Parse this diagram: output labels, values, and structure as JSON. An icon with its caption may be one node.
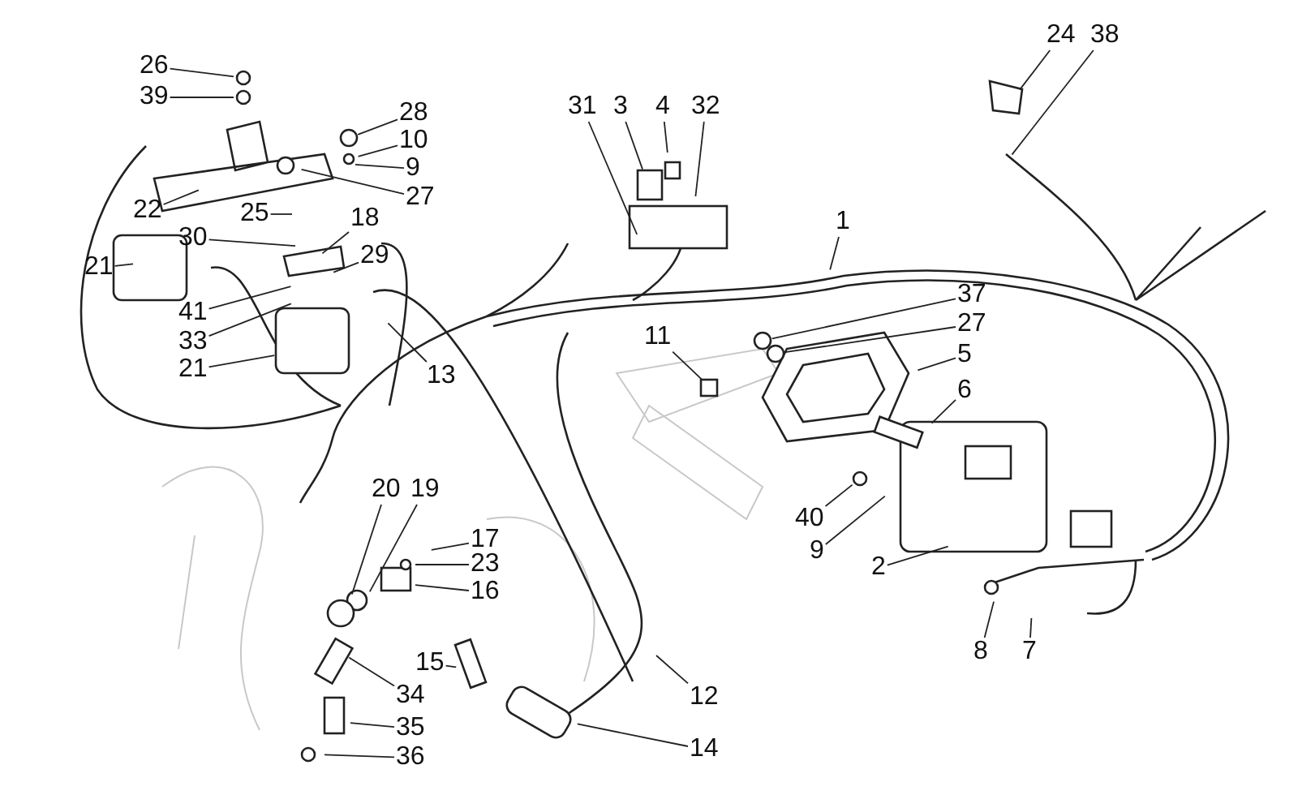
{
  "diagram": {
    "nodes": [
      {
        "text": [
          "26"
        ]
      },
      {
        "text": [
          "39"
        ]
      },
      {
        "text": [
          "28"
        ]
      },
      {
        "text": [
          "10"
        ]
      },
      {
        "text": [
          "9"
        ]
      },
      {
        "text": [
          "27"
        ]
      },
      {
        "text": [
          "22"
        ]
      },
      {
        "text": [
          "25"
        ]
      },
      {
        "text": [
          "18"
        ]
      },
      {
        "text": [
          "30"
        ]
      },
      {
        "text": [
          "29"
        ]
      },
      {
        "text": [
          "21"
        ]
      },
      {
        "text": [
          "41"
        ]
      },
      {
        "text": [
          "33"
        ]
      },
      {
        "text": [
          "21"
        ]
      },
      {
        "text": [
          "13"
        ]
      },
      {
        "text": [
          "31"
        ]
      },
      {
        "text": [
          "3"
        ]
      },
      {
        "text": [
          "4"
        ]
      },
      {
        "text": [
          "32"
        ]
      },
      {
        "text": [
          "1"
        ]
      },
      {
        "text": [
          "24"
        ]
      },
      {
        "text": [
          "38"
        ]
      },
      {
        "text": [
          "37"
        ]
      },
      {
        "text": [
          "27"
        ]
      },
      {
        "text": [
          "11"
        ]
      },
      {
        "text": [
          "5"
        ]
      },
      {
        "text": [
          "6"
        ]
      },
      {
        "text": [
          "40"
        ]
      },
      {
        "text": [
          "9"
        ]
      },
      {
        "text": [
          "2"
        ]
      },
      {
        "text": [
          "8"
        ]
      },
      {
        "text": [
          "7"
        ]
      },
      {
        "text": [
          "20"
        ]
      },
      {
        "text": [
          "19"
        ]
      },
      {
        "text": [
          "17"
        ]
      },
      {
        "text": [
          "23"
        ]
      },
      {
        "text": [
          "16"
        ]
      },
      {
        "text": [
          "15"
        ]
      },
      {
        "text": [
          "34"
        ]
      },
      {
        "text": [
          "35"
        ]
      },
      {
        "text": [
          "36"
        ]
      },
      {
        "text": [
          "12"
        ]
      },
      {
        "text": [
          "14"
        ]
      }
    ],
    "edges": [
      {
        "from": 0,
        "to": null,
        "arrow": "none"
      },
      {
        "from": 1,
        "to": null,
        "arrow": "none"
      },
      {
        "from": 2,
        "to": null,
        "arrow": "none"
      },
      {
        "from": 3,
        "to": null,
        "arrow": "none"
      },
      {
        "from": 4,
        "to": null,
        "arrow": "none"
      },
      {
        "from": 5,
        "to": null,
        "arrow": "none"
      },
      {
        "from": 6,
        "to": null,
        "arrow": "none"
      },
      {
        "from": 7,
        "to": null,
        "arrow": "none"
      },
      {
        "from": 8,
        "to": null,
        "arrow": "none"
      },
      {
        "from": 9,
        "to": null,
        "arrow": "none"
      },
      {
        "from": 10,
        "to": null,
        "arrow": "none"
      },
      {
        "from": 11,
        "to": null,
        "arrow": "none"
      },
      {
        "from": 12,
        "to": null,
        "arrow": "none"
      },
      {
        "from": 13,
        "to": null,
        "arrow": "none"
      },
      {
        "from": 14,
        "to": null,
        "arrow": "none"
      },
      {
        "from": 15,
        "to": null,
        "arrow": "none"
      },
      {
        "from": 16,
        "to": null,
        "arrow": "none"
      },
      {
        "from": 17,
        "to": null,
        "arrow": "none"
      },
      {
        "from": 18,
        "to": null,
        "arrow": "none"
      },
      {
        "from": 19,
        "to": null,
        "arrow": "none"
      },
      {
        "from": 20,
        "to": null,
        "arrow": "none"
      },
      {
        "from": 21,
        "to": null,
        "arrow": "none"
      },
      {
        "from": 22,
        "to": null,
        "arrow": "none"
      },
      {
        "from": 23,
        "to": null,
        "arrow": "none"
      },
      {
        "from": 24,
        "to": null,
        "arrow": "none"
      },
      {
        "from": 25,
        "to": null,
        "arrow": "none"
      },
      {
        "from": 26,
        "to": null,
        "arrow": "none"
      },
      {
        "from": 27,
        "to": null,
        "arrow": "none"
      },
      {
        "from": 28,
        "to": null,
        "arrow": "none"
      },
      {
        "from": 29,
        "to": null,
        "arrow": "none"
      },
      {
        "from": 30,
        "to": null,
        "arrow": "none"
      },
      {
        "from": 31,
        "to": null,
        "arrow": "none"
      },
      {
        "from": 32,
        "to": null,
        "arrow": "none"
      },
      {
        "from": 33,
        "to": null,
        "arrow": "none"
      },
      {
        "from": 34,
        "to": null,
        "arrow": "none"
      },
      {
        "from": 35,
        "to": null,
        "arrow": "none"
      },
      {
        "from": 36,
        "to": null,
        "arrow": "none"
      },
      {
        "from": 37,
        "to": null,
        "arrow": "none"
      },
      {
        "from": 38,
        "to": null,
        "arrow": "none"
      },
      {
        "from": 39,
        "to": null,
        "arrow": "none"
      },
      {
        "from": 40,
        "to": null,
        "arrow": "none"
      },
      {
        "from": 41,
        "to": null,
        "arrow": "none"
      },
      {
        "from": 42,
        "to": null,
        "arrow": "none"
      },
      {
        "from": 43,
        "to": null,
        "arrow": "none"
      }
    ]
  }
}
